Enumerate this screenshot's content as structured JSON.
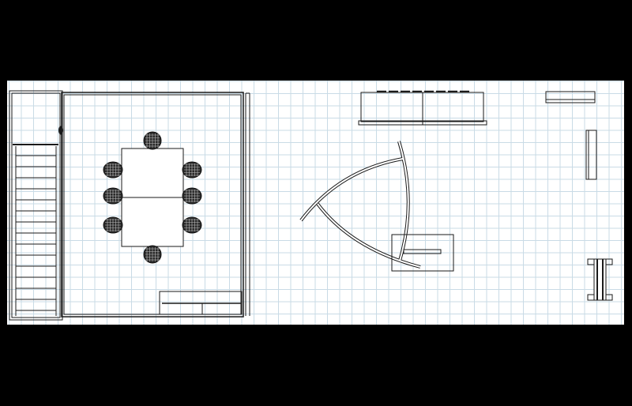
{
  "colors": {
    "background": "#000000",
    "sheet": "#ffffff",
    "grid": "#c9dbe6",
    "linework": "#1a1a1a"
  },
  "grid": {
    "visible": true
  },
  "objects": [
    "stair",
    "conference-room",
    "conference-table",
    "chairs",
    "credenza",
    "curved-partitions",
    "desk",
    "bench",
    "shelf"
  ]
}
